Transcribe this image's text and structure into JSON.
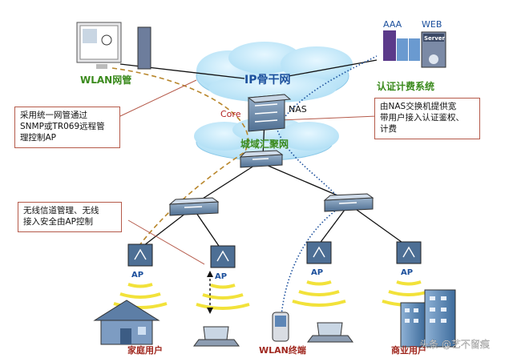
{
  "labels": {
    "wlan_mgmt": "WLAN网管",
    "ip_backbone": "IP骨干网",
    "aaa": "AAA",
    "web": "WEB",
    "server": "Server",
    "auth_billing": "认证计费系统",
    "core": "Core",
    "nas": "NAS",
    "metro_agg": "城域汇聚网",
    "ap1": "AP",
    "ap2": "AP",
    "ap3": "AP",
    "ap4": "AP",
    "home_user": "家庭用户",
    "wlan_terminal": "WLAN终端",
    "business_user": "商业用户"
  },
  "notes": {
    "left_top": [
      "采用统一网管通过",
      "SNMP或TR069远程管",
      "理控制AP"
    ],
    "right_top": [
      "由NAS交换机提供宽",
      "带用户接入认证鉴权、",
      "计费"
    ],
    "left_mid": [
      "无线信道管理、无线",
      "接入安全由AP控制"
    ]
  },
  "watermark": "头条 @艺不留痕",
  "colors": {
    "cloud": "#bfe6f8",
    "green_label": "#3a8a1c",
    "blue_label": "#1b4f9c",
    "red_label": "#b22222",
    "dashed_mgmt": "#b8862b",
    "dotted_user": "#1b4f9c",
    "note_border": "#b55a4a",
    "wave": "#f2e23a"
  }
}
